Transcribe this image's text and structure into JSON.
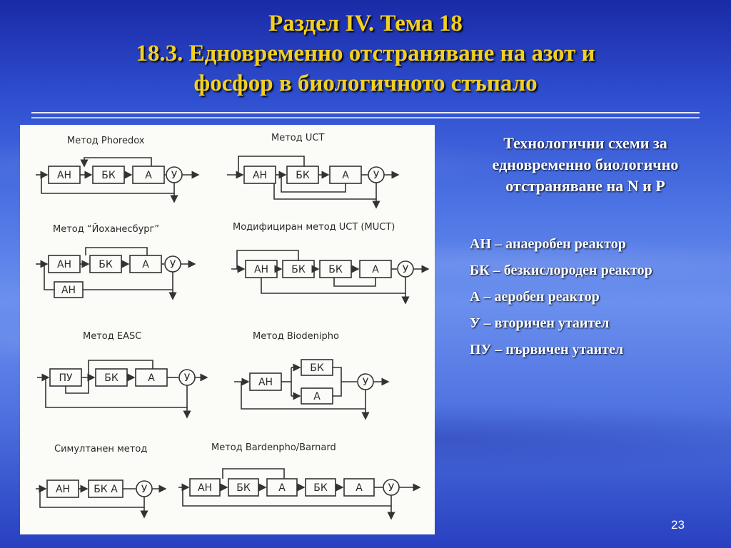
{
  "header": {
    "line1": "Раздел IV. Тема 18",
    "line2": "18.3. Едновременно отстраняване на азот и",
    "line3": "фосфор в биологичното стъпало"
  },
  "subtitle": "Технологични схеми за едновременно биологично отстраняване на N и P",
  "legend": [
    "АН – анаеробен реактор",
    "БК – безкислороден реактор",
    "А – аеробен реактор",
    "У – вторичен утаител",
    "ПУ – първичен утаител"
  ],
  "page_number": "23",
  "figure": {
    "schemes": [
      {
        "label": "Метод Phoredox"
      },
      {
        "label": "Метод UCT"
      },
      {
        "label": "Метод “Йоханесбург”"
      },
      {
        "label": "Модифициран метод UCT (MUCT)"
      },
      {
        "label": "Метод EASC"
      },
      {
        "label": "Метод Biodenipho"
      },
      {
        "label": "Симултанен метод"
      },
      {
        "label": "Метод Bardenpho/Barnard"
      }
    ],
    "blocks": {
      "an": "АН",
      "bk": "БК",
      "a": "А",
      "u": "У",
      "pu": "ПУ",
      "bka": "БК А"
    }
  }
}
